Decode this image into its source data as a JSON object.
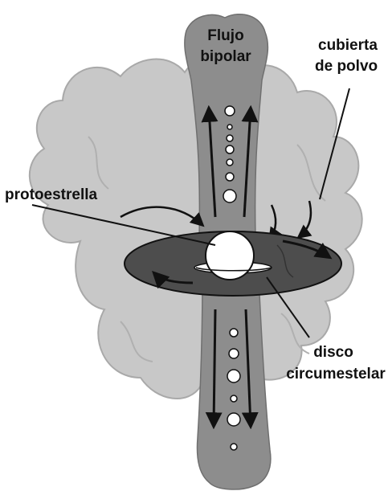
{
  "labels": {
    "bipolar_flow_line1": "Flujo",
    "bipolar_flow_line2": "bipolar",
    "dust_envelope_line1": "cubierta",
    "dust_envelope_line2": "de polvo",
    "protostar": "protoestrella",
    "disk_line1": "disco",
    "disk_line2": "circumestelar"
  },
  "colors": {
    "cloud": "#c8c8c8",
    "cloud_edge": "#a9a9a9",
    "jet": "#8d8d8d",
    "disk": "#4d4d4d",
    "protostar": "#ffffff",
    "arrow": "#111111"
  }
}
